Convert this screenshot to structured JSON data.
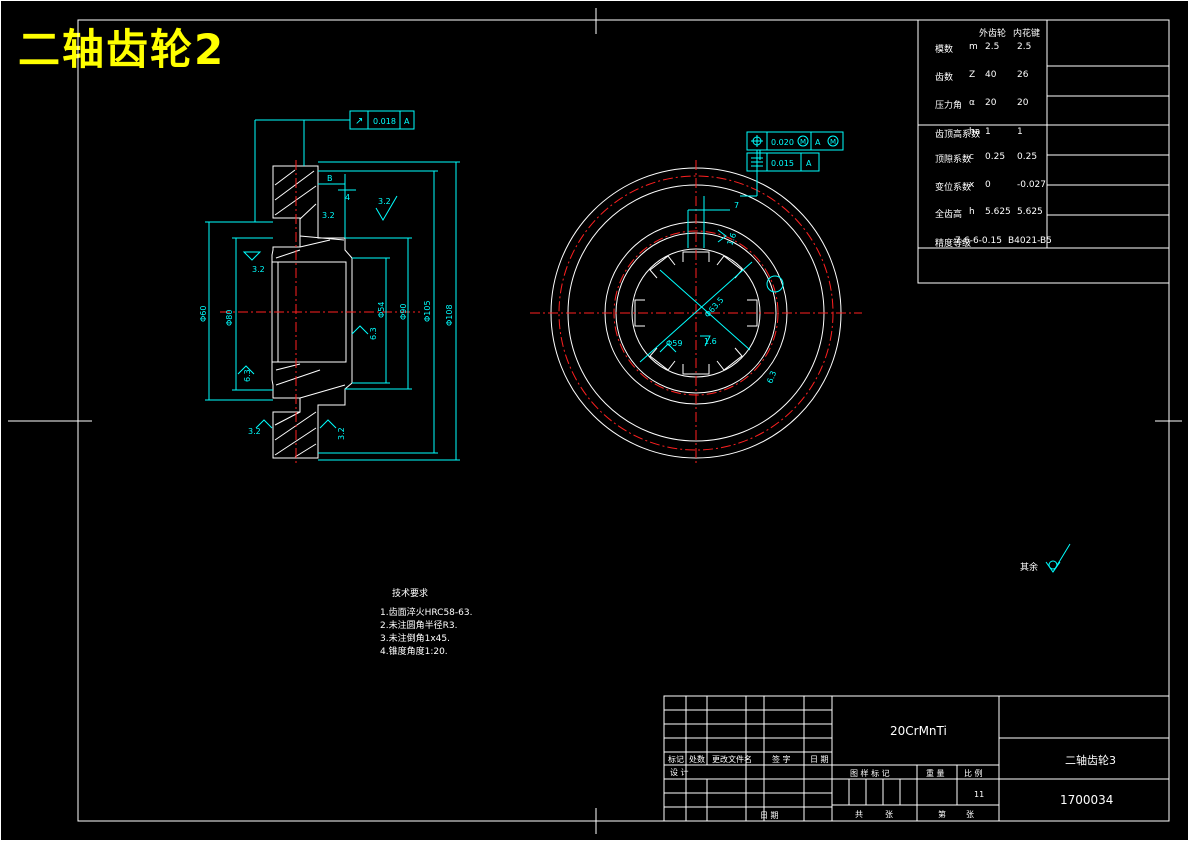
{
  "title": "二轴齿轮2",
  "param_table": {
    "headers": [
      "",
      "",
      "外齿轮",
      "内花键"
    ],
    "rows": [
      {
        "label": "模数",
        "sym": "m",
        "v1": "2.5",
        "v2": "2.5"
      },
      {
        "label": "齿数",
        "sym": "Z",
        "v1": "40",
        "v2": "26"
      },
      {
        "label": "压力角",
        "sym": "α",
        "v1": "20",
        "v2": "20"
      },
      {
        "label": "齿顶高系数",
        "sym": "ha",
        "v1": "1",
        "v2": "1"
      },
      {
        "label": "顶隙系数",
        "sym": "c",
        "v1": "0.25",
        "v2": "0.25"
      },
      {
        "label": "变位系数",
        "sym": "x",
        "v1": "0",
        "v2": "-0.027"
      },
      {
        "label": "全齿高",
        "sym": "h",
        "v1": "5.625",
        "v2": "5.625"
      },
      {
        "label": "精度等级",
        "sym": "",
        "v1": "7-6-6-0.15",
        "v2": "B4021-B5"
      }
    ]
  },
  "tolerances": {
    "runout_value": "0.018",
    "runout_datum": "A",
    "position_value": "0.020",
    "position_mod": "M",
    "position_datum": "A",
    "symmetry_value": "0.015",
    "symmetry_datum": "A"
  },
  "dims": {
    "width_b": "B",
    "d4": "4",
    "ra32a": "3.2",
    "ra32b": "3.2",
    "ra63a": "6.3",
    "ra63b": "6.3",
    "ra63c": "6.3",
    "ra32c": "3.2",
    "ra32d": "3.2",
    "ra32e": "3.2",
    "d_left1": "Φ60",
    "d_left2": "Φ80",
    "d_right1": "Φ54",
    "d_right2": "Φ90",
    "d_right3": "Φ105",
    "d_right4": "Φ108",
    "front_top": "7",
    "front_r1": "1.6",
    "front_r2": "1.6",
    "front_dia": "Φ59",
    "front_spline": "Φ63.5"
  },
  "tech_requirements": {
    "heading": "技术要求",
    "items": [
      "1.齿面淬火HRC58-63.",
      "2.未注圆角半径R3.",
      "3.未注倒角1x45.",
      "4.锥度角度1:20."
    ]
  },
  "surface_rest": {
    "label": "其余"
  },
  "title_block": {
    "material": "20CrMnTi",
    "part_name": "二轴齿轮3",
    "drawing_no": "1700034",
    "rev_headers": [
      "标记",
      "处数",
      "更改文件名",
      "签 字",
      "日 期"
    ],
    "design": "设 计",
    "date_label": "日 期",
    "stage": "图 样 标 记",
    "weight": "重 量",
    "scale": "比 例",
    "scale_value": "11",
    "total": "共",
    "sheet_unit": "张",
    "sheet": "第",
    "sheet_unit2": "张"
  }
}
